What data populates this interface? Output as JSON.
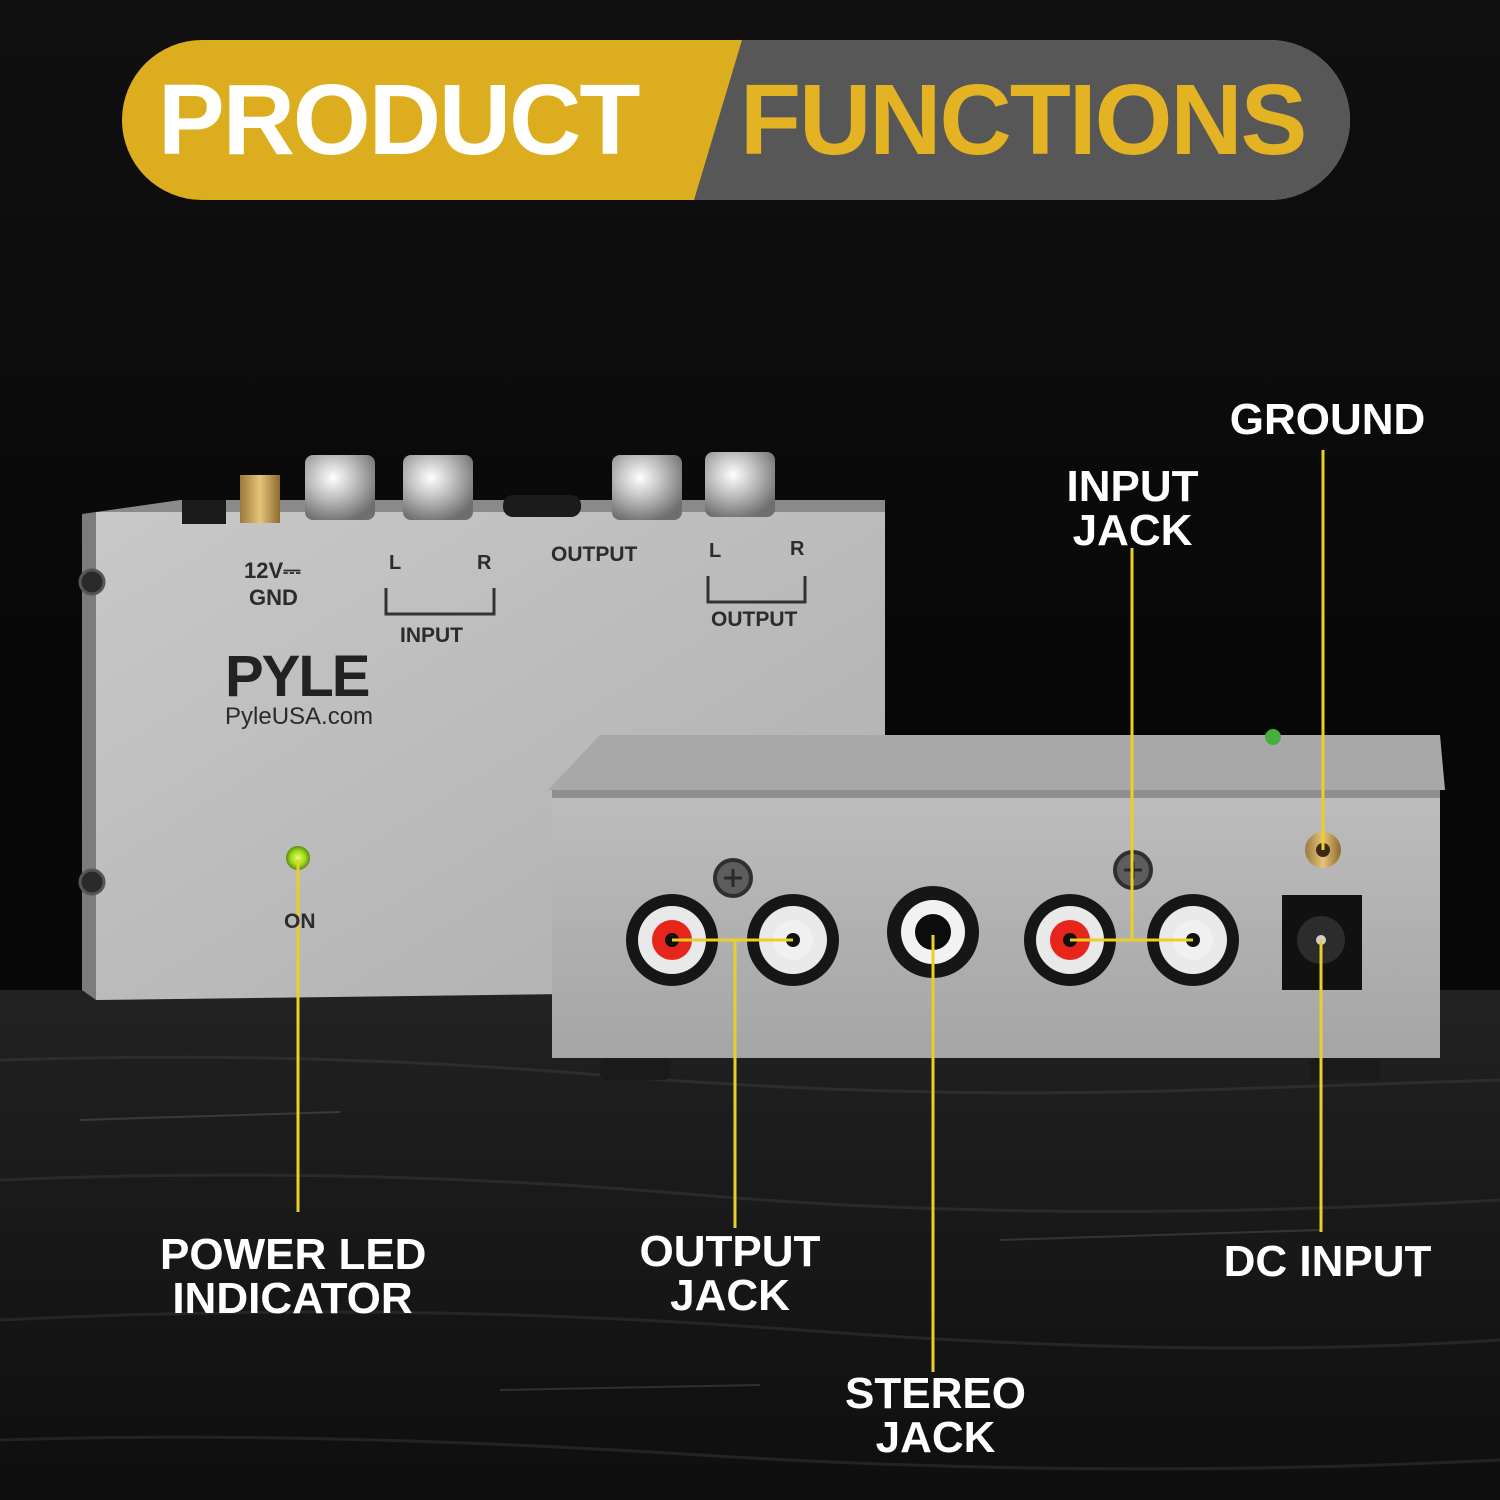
{
  "banner": {
    "word1": "PRODUCT",
    "word2": "FUNCTIONS"
  },
  "device": {
    "top_labels": {
      "power": "12V⎓",
      "gnd": "GND",
      "l1": "L",
      "r1": "R",
      "input": "INPUT",
      "output_mid": "OUTPUT",
      "l2": "L",
      "r2": "R",
      "output": "OUTPUT"
    },
    "brand": "PYLE",
    "website": "PyleUSA.com",
    "on_label": "ON"
  },
  "callouts": {
    "power_led": [
      "POWER LED",
      "INDICATOR"
    ],
    "output_jack": [
      "OUTPUT",
      "JACK"
    ],
    "stereo_jack": [
      "STEREO",
      "JACK"
    ],
    "input_jack": [
      "INPUT",
      "JACK"
    ],
    "ground": [
      "GROUND"
    ],
    "dc_input": [
      "DC INPUT"
    ]
  },
  "colors": {
    "gold": "#dcae1f",
    "gold_text": "#e3b323",
    "banner_gray": "#575757",
    "leader_line": "#e8cf2a"
  }
}
